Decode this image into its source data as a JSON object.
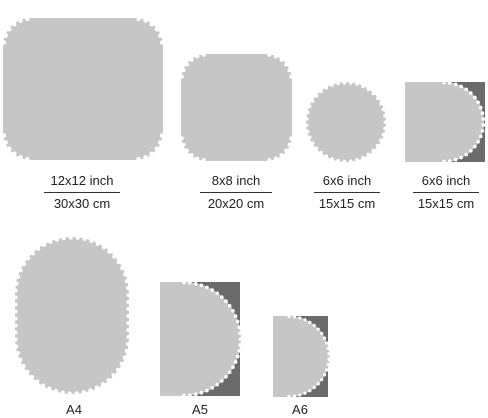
{
  "colors": {
    "card": "#c6c6c6",
    "dark": "#6b6b6b",
    "edge_dot": "#ffffff"
  },
  "items": [
    {
      "id": "a",
      "shape": "rounded-square",
      "icon": "rounded-square-card-icon",
      "top_label": "12x12 inch",
      "bottom_label": "30x30 cm"
    },
    {
      "id": "b",
      "shape": "rounded-square",
      "icon": "rounded-square-card-icon",
      "top_label": "8x8 inch",
      "bottom_label": "20x20 cm"
    },
    {
      "id": "c",
      "shape": "circle",
      "icon": "circle-card-icon",
      "top_label": "6x6 inch",
      "bottom_label": "15x15 cm"
    },
    {
      "id": "d",
      "shape": "folded",
      "icon": "folded-card-icon",
      "top_label": "6x6 inch",
      "bottom_label": "15x15 cm"
    },
    {
      "id": "e",
      "shape": "oval",
      "icon": "oval-card-icon",
      "label": "A4"
    },
    {
      "id": "f",
      "shape": "folded",
      "icon": "folded-card-icon",
      "label": "A5"
    },
    {
      "id": "g",
      "shape": "folded",
      "icon": "folded-card-icon",
      "label": "A6"
    }
  ]
}
